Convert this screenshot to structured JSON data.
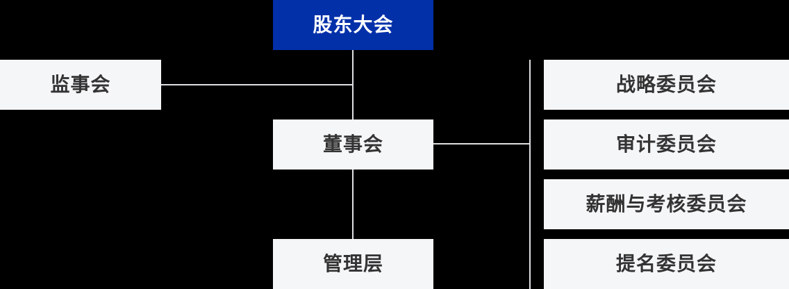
{
  "org_chart": {
    "type": "organizational-diagram",
    "nodes": {
      "shareholders": {
        "label": "股东大会",
        "style": "primary"
      },
      "supervisors": {
        "label": "监事会"
      },
      "board": {
        "label": "董事会"
      },
      "management": {
        "label": "管理层"
      }
    },
    "committees": [
      {
        "label": "战略委员会"
      },
      {
        "label": "审计委员会"
      },
      {
        "label": "薪酬与考核委员会"
      },
      {
        "label": "提名委员会"
      }
    ],
    "edges": [
      {
        "from": "shareholders",
        "to": "board"
      },
      {
        "from": "supervisors",
        "to": "shareholders-board-trunk"
      },
      {
        "from": "board",
        "to": "management"
      },
      {
        "from": "board",
        "to": "committees-spine"
      },
      {
        "from": "committees-spine",
        "to": "all-committees"
      }
    ],
    "colors": {
      "background": "#000000",
      "primary_node_bg": "#0230a9",
      "primary_node_text": "#ffffff",
      "node_bg": "#f5f6f8",
      "node_text": "#333333",
      "connector": "#dfe0e3"
    }
  }
}
